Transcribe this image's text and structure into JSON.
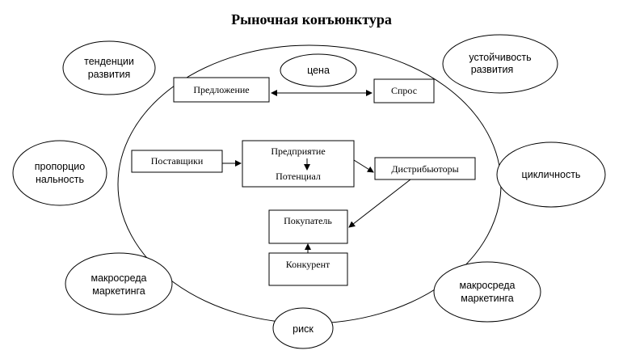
{
  "title": "Рыночная конъюнктура",
  "nodes": {
    "tendency": [
      "тенденции",
      "развития"
    ],
    "stability": [
      "устойчивость",
      "развития"
    ],
    "price": "цена",
    "proportion": [
      "пропорцио",
      "нальность"
    ],
    "cyclicity": "цикличность",
    "macro_left": [
      "макросреда",
      "маркетинга"
    ],
    "macro_right": [
      "макросреда",
      "маркетинга"
    ],
    "risk": "риск",
    "supply": "Предложение",
    "demand": "Спрос",
    "suppliers": "Поставщики",
    "enterprise": "Предприятие",
    "potential": "Потенциал",
    "distributors": "Дистрибьюторы",
    "buyer": "Покупатель",
    "competitor": "Конкурент"
  }
}
